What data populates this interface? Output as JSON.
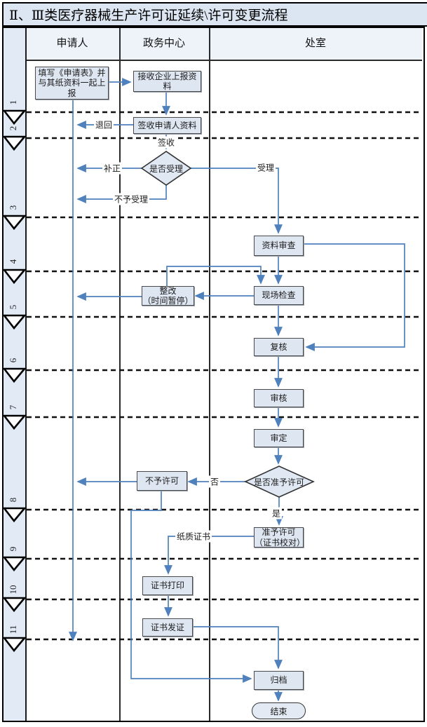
{
  "title": "Ⅱ、Ⅲ类医疗器械生产许可证延续\\许可变更流程",
  "columns": [
    "申请人",
    "政务中心",
    "处室"
  ],
  "rows": [
    "1",
    "2",
    "3",
    "4",
    "5",
    "6",
    "7",
    "8",
    "9",
    "10",
    "11"
  ],
  "nodes": {
    "fill_form": {
      "label": "填写《申请表》并\n与其纸资料一起上\n报"
    },
    "receive_materials": {
      "label": "接收企业上报资料"
    },
    "sign_materials": {
      "label": "签收申请人资料"
    },
    "accept_decision": {
      "label": "是否受理"
    },
    "material_review": {
      "label": "资料审查"
    },
    "site_inspection": {
      "label": "现场检查"
    },
    "rectify": {
      "label": "整改\n（时间暂停）"
    },
    "recheck": {
      "label": "复核"
    },
    "audit": {
      "label": "审核"
    },
    "final_review": {
      "label": "审定"
    },
    "license_decision": {
      "label": "是否准予许可"
    },
    "deny_license": {
      "label": "不予许可"
    },
    "grant_license": {
      "label": "准予许可\n（证书校对）"
    },
    "print_cert": {
      "label": "证书打印"
    },
    "issue_cert": {
      "label": "证书发证"
    },
    "archive": {
      "label": "归档"
    },
    "end": {
      "label": "结束"
    }
  },
  "edge_labels": {
    "return_back": "退回",
    "sign": "签收",
    "correct": "补正",
    "not_accept": "不予受理",
    "accept": "受理",
    "no": "否",
    "yes": "是",
    "paper_cert": "纸质证书"
  },
  "colors": {
    "arrow": "#4f81bd",
    "node_fill": "#dee6f1",
    "panel_fill": "#dce6f2",
    "border": "#000000"
  }
}
